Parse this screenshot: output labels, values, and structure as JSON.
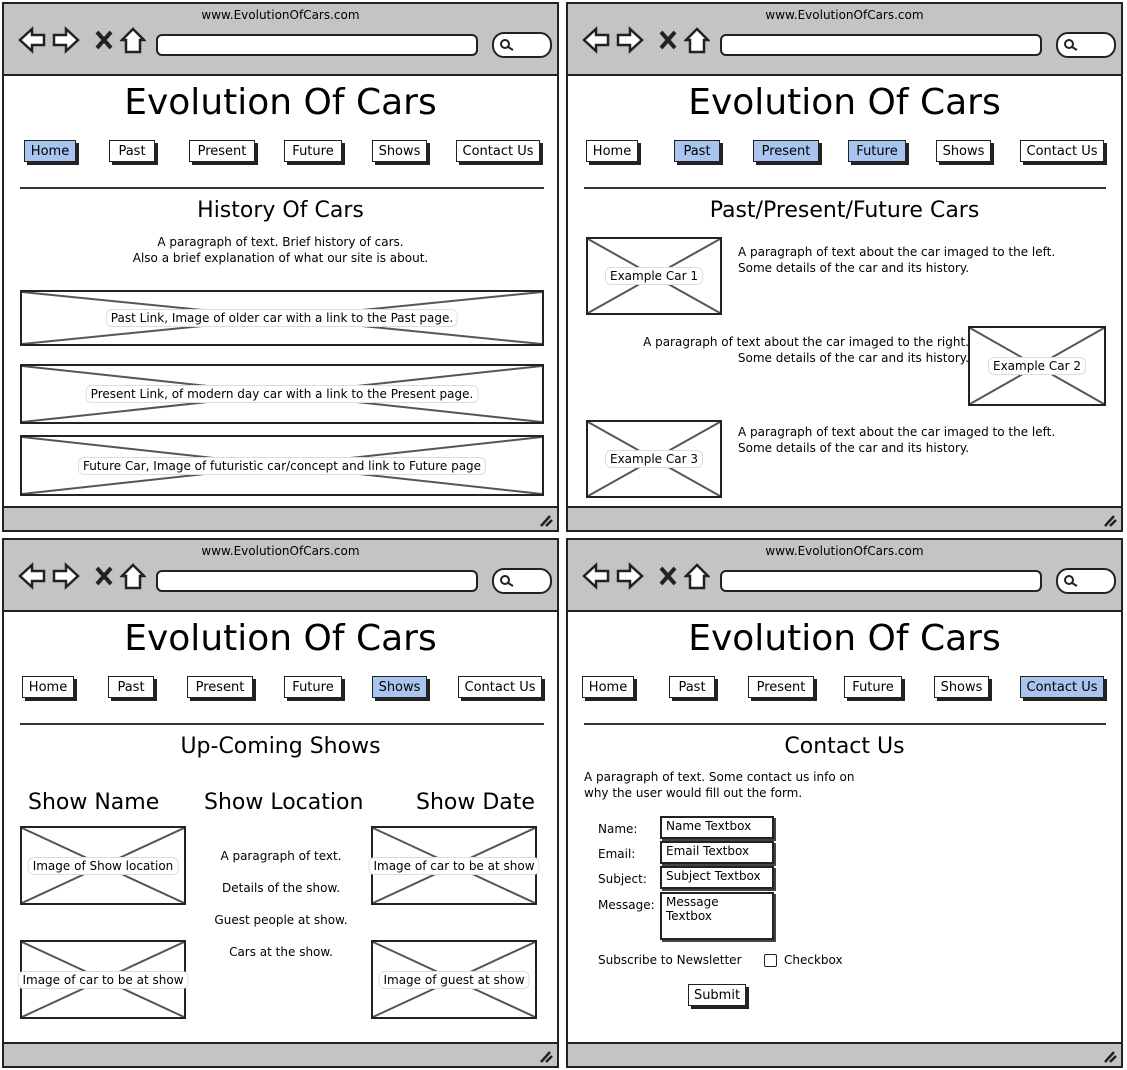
{
  "site": {
    "url": "www.EvolutionOfCars.com",
    "title": "Evolution Of Cars",
    "nav": [
      "Home",
      "Past",
      "Present",
      "Future",
      "Shows",
      "Contact Us"
    ]
  },
  "colors": {
    "selected_nav": "#a8c4ef",
    "chrome": "#c4c4c4"
  },
  "home": {
    "heading": "History Of Cars",
    "para1": "A paragraph of text. Brief history of cars.",
    "para2": "Also a brief explanation of what our site is about.",
    "links": [
      "Past Link, Image of older car with a link to the Past page.",
      "Present Link, of modern day car with a link to the Present page.",
      "Future Car, Image of futuristic car/concept and link to Future page"
    ]
  },
  "cars": {
    "heading": "Past/Present/Future Cars",
    "items": [
      {
        "image": "Example Car 1",
        "line1": "A paragraph of text about the car imaged to the left.",
        "line2": "Some details of the car and its history."
      },
      {
        "image": "Example Car 2",
        "line1": "A paragraph of text about the car imaged to the right.",
        "line2": "Some details of the car and its history."
      },
      {
        "image": "Example Car 3",
        "line1": "A paragraph of text about the car imaged to the left.",
        "line2": "Some details of the car and its history."
      }
    ]
  },
  "shows": {
    "heading": "Up-Coming Shows",
    "col_name": "Show Name",
    "col_location": "Show Location",
    "col_date": "Show Date",
    "img_location": "Image of Show location",
    "img_car_right": "Image of car to be at show",
    "img_car_left": "Image of car to be at show",
    "img_guest": "Image of guest at show",
    "details": [
      "A paragraph of text.",
      "Details of the show.",
      "Guest people at show.",
      "Cars at the show."
    ]
  },
  "contact": {
    "heading": "Contact Us",
    "para1": "A paragraph of text. Some contact us info on",
    "para2": "why the user would fill out the form.",
    "name_label": "Name:",
    "name_box": "Name Textbox",
    "email_label": "Email:",
    "email_box": "Email Textbox",
    "subject_label": "Subject:",
    "subject_box": "Subject Textbox",
    "message_label": "Message:",
    "message_box": "Message Textbox",
    "subscribe_label": "Subscribe to Newsletter",
    "checkbox_label": "Checkbox",
    "submit": "Submit"
  }
}
